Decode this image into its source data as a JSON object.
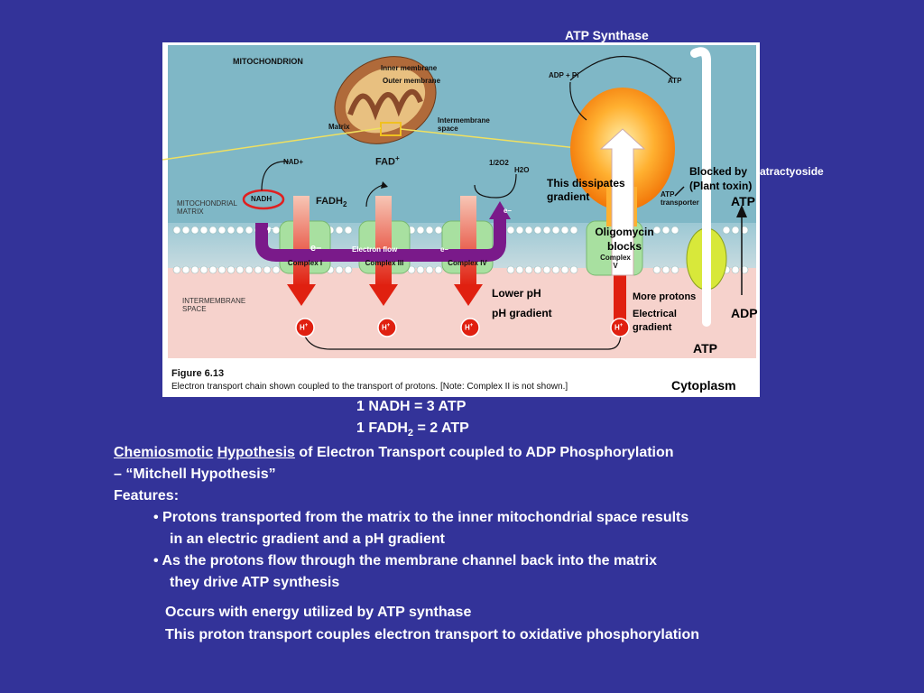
{
  "slide": {
    "atp_synthase_label": "ATP Synthase",
    "equations": {
      "nadh": "1 NADH = 3 ATP",
      "fadh_prefix": "1 FADH",
      "fadh_sub": "2",
      "fadh_suffix": " = 2 ATP"
    },
    "heading": {
      "chemiosmotic": "Chemiosmotic",
      "hypothesis": "Hypothesis",
      "rest": " of Electron Transport coupled to ADP Phosphorylation",
      "mitchell": "– “Mitchell Hypothesis”"
    },
    "features_label": "Features:",
    "bullets": [
      {
        "line1": "• Protons transported from the matrix to the inner mitochondrial space results",
        "line2": "in an electric gradient and a pH gradient"
      },
      {
        "line1": "• As the protons flow through the membrane channel back into the matrix",
        "line2": "they drive ATP synthesis"
      }
    ],
    "notes": [
      "Occurs with energy utilized by ATP synthase",
      "This proton transport couples electron transport to oxidative phosphorylation"
    ]
  },
  "figure": {
    "mitochondrion_title": "MITOCHONDRION",
    "inner_membrane": "Inner membrane",
    "outer_membrane": "Outer membrane",
    "matrix": "Matrix",
    "intermembrane_space": "Intermembrane space",
    "mito_matrix": "MITOCHONDRIAL MATRIX",
    "intermembrane_region": "INTERMEMBRANE SPACE",
    "nad": "NAD+",
    "nadh": "NADH",
    "fad": "FAD",
    "fad_sup": "+",
    "fadh": "FADH",
    "fadh_sub": "2",
    "half_o2": "1/2O2",
    "h2o": "H2O",
    "electron": "e–",
    "electron_flow": "Electron flow",
    "complex_1": "Complex I",
    "complex_3": "Complex III",
    "complex_4": "Complex IV",
    "complex_5": "Complex V",
    "adp_pi": "ADP + Pi",
    "atp_top": "ATP",
    "atp_transporter": "ATP transporter",
    "proton": "H",
    "proton_sup": "+",
    "caption_title": "Figure 6.13",
    "caption_text": "Electron transport chain shown coupled to the transport of protons. [Note: Complex II is not shown.]"
  },
  "overlays": {
    "dissipates": "This dissipates gradient",
    "oligomycin": "Oligomycin blocks",
    "blocked_by": "Blocked by",
    "atractyoside": "atractyoside",
    "plant_toxin": "(Plant toxin)",
    "atp_right": "ATP",
    "adp_right": "ADP",
    "atp_bottom": "ATP",
    "cytoplasm": "Cytoplasm",
    "lower_ph": "Lower pH",
    "ph_gradient": "pH gradient",
    "more_protons": "More protons",
    "electrical_gradient": "Electrical gradient"
  }
}
